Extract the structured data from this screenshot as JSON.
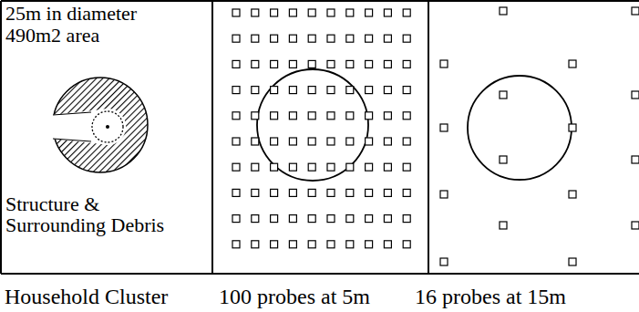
{
  "diagram": {
    "nodes": [
      {
        "text": [
          "25m in diameter",
          "490m2 area",
          "Structure & Surrounding Debris",
          "Household Cluster"
        ]
      },
      {
        "text": [
          "100 probes at 5m"
        ]
      },
      {
        "text": [
          "16 probes at 15m"
        ]
      }
    ]
  }
}
